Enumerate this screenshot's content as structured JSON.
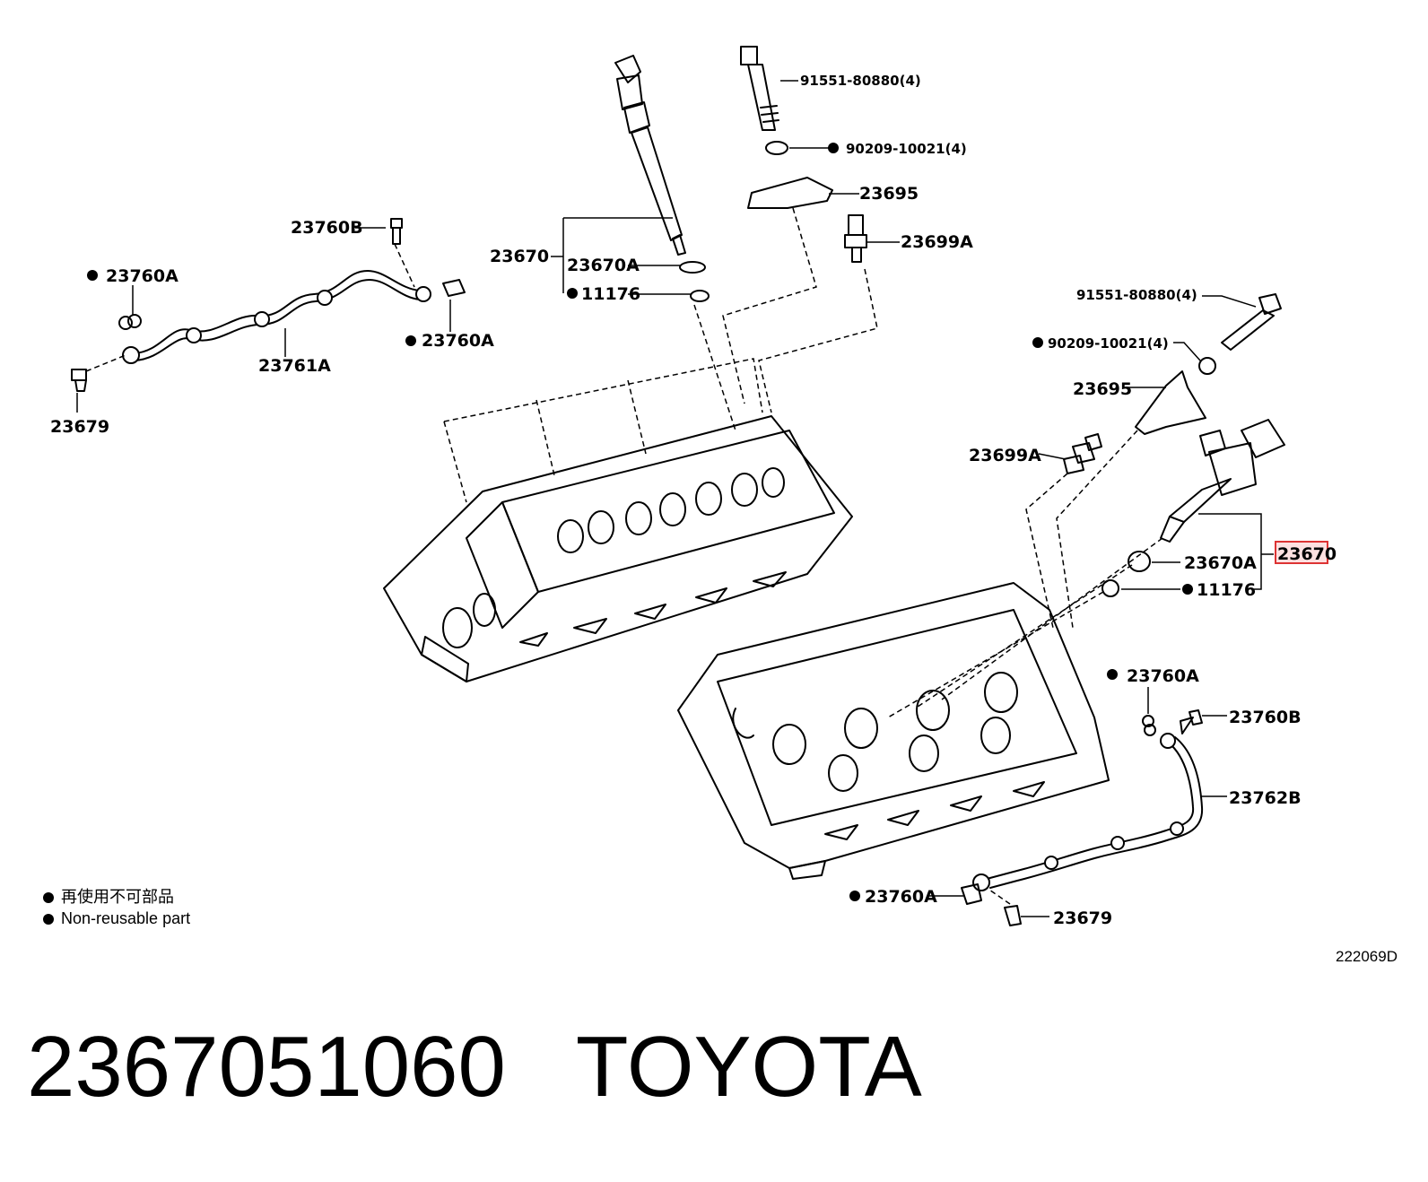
{
  "callouts": {
    "l_bolt": "91551-80880(4)",
    "l_washer": "90209-10021(4)",
    "l_clamp": "23695",
    "l_sensor": "23699A",
    "l_injector": "23670",
    "l_oring": "23670A",
    "l_seal": "11176",
    "l_bolt_b": "23760B",
    "l_gasket_a1": "23760A",
    "l_gasket_a2": "23760A",
    "l_pipe_a": "23761A",
    "l_union": "23679",
    "r_bolt": "91551-80880(4)",
    "r_washer": "90209-10021(4)",
    "r_clamp": "23695",
    "r_sensor": "23699A",
    "r_injector": "23670",
    "r_oring": "23670A",
    "r_seal": "11176",
    "r_gasket_a1": "23760A",
    "r_bolt_b": "23760B",
    "r_pipe_b": "23762B",
    "r_gasket_a2": "23760A",
    "r_union": "23679"
  },
  "legend": {
    "line1": "再使用不可部品",
    "line2": "Non-reusable part"
  },
  "figure_code": "222069D",
  "footer": {
    "part_number": "2367051060",
    "brand": "TOYOTA"
  },
  "colors": {
    "highlight_fill": "#fde0e0",
    "highlight_stroke": "#dd3333"
  }
}
